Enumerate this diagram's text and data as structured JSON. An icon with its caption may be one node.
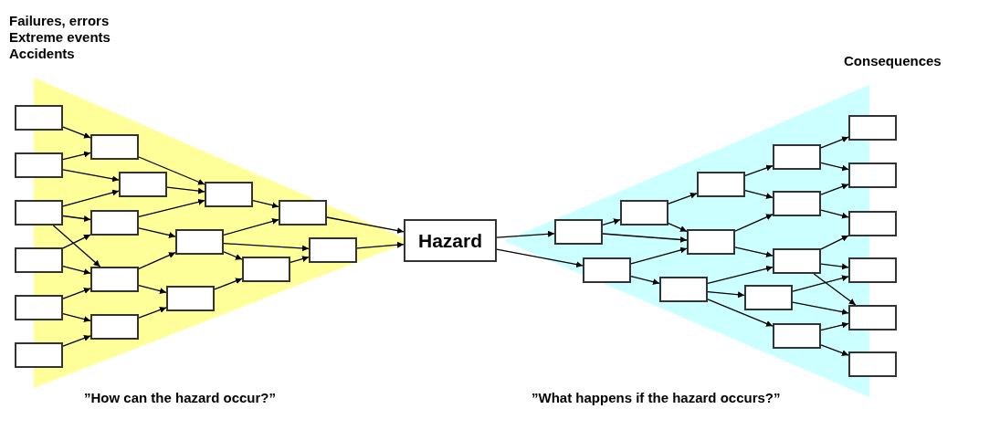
{
  "diagram": {
    "nodes": [
      {
        "text": [],
        "shape": "box"
      },
      {
        "text": [],
        "shape": "box"
      },
      {
        "text": [],
        "shape": "box"
      },
      {
        "text": [],
        "shape": "box"
      },
      {
        "text": [],
        "shape": "box"
      },
      {
        "text": [],
        "shape": "box"
      },
      {
        "text": [],
        "shape": "box"
      },
      {
        "text": [],
        "shape": "box"
      },
      {
        "text": [],
        "shape": "box"
      },
      {
        "text": [],
        "shape": "box"
      },
      {
        "text": [],
        "shape": "box"
      },
      {
        "text": [],
        "shape": "box"
      },
      {
        "text": [],
        "shape": "box"
      },
      {
        "text": [],
        "shape": "box"
      },
      {
        "text": [],
        "shape": "box"
      },
      {
        "text": [],
        "shape": "box"
      },
      {
        "text": [],
        "shape": "box"
      },
      {
        "text": [
          "Hazard"
        ]
      },
      {
        "text": [],
        "shape": "box"
      },
      {
        "text": [],
        "shape": "box"
      },
      {
        "text": [],
        "shape": "box"
      },
      {
        "text": [],
        "shape": "box"
      },
      {
        "text": [],
        "shape": "box"
      },
      {
        "text": [],
        "shape": "box"
      },
      {
        "text": [],
        "shape": "box"
      },
      {
        "text": [],
        "shape": "box"
      },
      {
        "text": [],
        "shape": "box"
      },
      {
        "text": [],
        "shape": "box"
      },
      {
        "text": [],
        "shape": "box"
      },
      {
        "text": [],
        "shape": "box"
      },
      {
        "text": [],
        "shape": "box"
      },
      {
        "text": [],
        "shape": "box"
      },
      {
        "text": [],
        "shape": "box"
      },
      {
        "text": [],
        "shape": "box"
      },
      {
        "text": [],
        "shape": "box"
      }
    ],
    "edges": [
      {
        "from": 0,
        "to": 6,
        "arrow": "to"
      },
      {
        "from": 1,
        "to": 6,
        "arrow": "to"
      },
      {
        "from": 1,
        "to": 7,
        "arrow": "to"
      },
      {
        "from": 2,
        "to": 7,
        "arrow": "to"
      },
      {
        "from": 2,
        "to": 8,
        "arrow": "to"
      },
      {
        "from": 2,
        "to": 9,
        "arrow": "to"
      },
      {
        "from": 3,
        "to": 8,
        "arrow": "to"
      },
      {
        "from": 3,
        "to": 9,
        "arrow": "to"
      },
      {
        "from": 4,
        "to": 9,
        "arrow": "to"
      },
      {
        "from": 4,
        "to": 10,
        "arrow": "to"
      },
      {
        "from": 5,
        "to": 10,
        "arrow": "to"
      },
      {
        "from": 6,
        "to": 11,
        "arrow": "to"
      },
      {
        "from": 7,
        "to": 11,
        "arrow": "to"
      },
      {
        "from": 8,
        "to": 11,
        "arrow": "to"
      },
      {
        "from": 8,
        "to": 12,
        "arrow": "to"
      },
      {
        "from": 9,
        "to": 12,
        "arrow": "to"
      },
      {
        "from": 9,
        "to": 13,
        "arrow": "to"
      },
      {
        "from": 10,
        "to": 13,
        "arrow": "to"
      },
      {
        "from": 12,
        "to": 15,
        "arrow": "to"
      },
      {
        "from": 12,
        "to": 16,
        "arrow": "to"
      },
      {
        "from": 12,
        "to": 14,
        "arrow": "to"
      },
      {
        "from": 13,
        "to": 14,
        "arrow": "to"
      },
      {
        "from": 11,
        "to": 15,
        "arrow": "to"
      },
      {
        "from": 14,
        "to": 16,
        "arrow": "to"
      },
      {
        "from": 15,
        "to": 17,
        "arrow": "to"
      },
      {
        "from": 16,
        "to": 17,
        "arrow": "to"
      },
      {
        "from": 17,
        "to": 18,
        "arrow": "to"
      },
      {
        "from": 17,
        "to": 19,
        "arrow": "to"
      },
      {
        "from": 18,
        "to": 20,
        "arrow": "to"
      },
      {
        "from": 18,
        "to": 21,
        "arrow": "to"
      },
      {
        "from": 20,
        "to": 23,
        "arrow": "to"
      },
      {
        "from": 20,
        "to": 21,
        "arrow": "to"
      },
      {
        "from": 19,
        "to": 21,
        "arrow": "to"
      },
      {
        "from": 19,
        "to": 22,
        "arrow": "to"
      },
      {
        "from": 23,
        "to": 24,
        "arrow": "to"
      },
      {
        "from": 23,
        "to": 25,
        "arrow": "to"
      },
      {
        "from": 21,
        "to": 25,
        "arrow": "to"
      },
      {
        "from": 21,
        "to": 26,
        "arrow": "to"
      },
      {
        "from": 22,
        "to": 26,
        "arrow": "to"
      },
      {
        "from": 22,
        "to": 27,
        "arrow": "to"
      },
      {
        "from": 22,
        "to": 28,
        "arrow": "to"
      },
      {
        "from": 24,
        "to": 29,
        "arrow": "to"
      },
      {
        "from": 24,
        "to": 30,
        "arrow": "to"
      },
      {
        "from": 25,
        "to": 30,
        "arrow": "to"
      },
      {
        "from": 25,
        "to": 31,
        "arrow": "to"
      },
      {
        "from": 26,
        "to": 31,
        "arrow": "to"
      },
      {
        "from": 26,
        "to": 32,
        "arrow": "to"
      },
      {
        "from": 26,
        "to": 33,
        "arrow": "to"
      },
      {
        "from": 27,
        "to": 32,
        "arrow": "to"
      },
      {
        "from": 27,
        "to": 33,
        "arrow": "to"
      },
      {
        "from": 28,
        "to": 33,
        "arrow": "to"
      },
      {
        "from": 28,
        "to": 34,
        "arrow": "to"
      }
    ],
    "labels": [
      "Failures, errors",
      "Extreme events",
      "Accidents",
      "Consequences",
      "”How can the hazard occur?”",
      "”What happens if the hazard occurs?”"
    ]
  }
}
